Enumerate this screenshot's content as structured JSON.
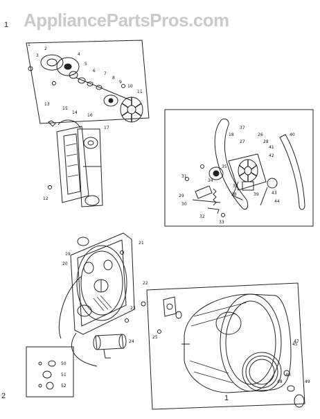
{
  "watermark": "AppliancePartsPros.com",
  "page_marks": {
    "top_left": "1",
    "bottom_left": "2",
    "bottom_center": "1"
  },
  "callouts": {
    "upper_left": [
      "1",
      "2",
      "3",
      "4",
      "5",
      "6",
      "7",
      "8",
      "9",
      "10",
      "11",
      "12",
      "13",
      "14",
      "15",
      "16",
      "17"
    ],
    "upper_right": [
      "18",
      "26",
      "27",
      "28",
      "29",
      "30",
      "31",
      "32",
      "33",
      "34",
      "35",
      "36",
      "37",
      "38",
      "39",
      "40",
      "41",
      "42",
      "43",
      "44"
    ],
    "lower": [
      "19",
      "20",
      "21",
      "22",
      "23",
      "24",
      "25",
      "45",
      "46",
      "47",
      "48",
      "49",
      "50",
      "51",
      "52"
    ]
  }
}
